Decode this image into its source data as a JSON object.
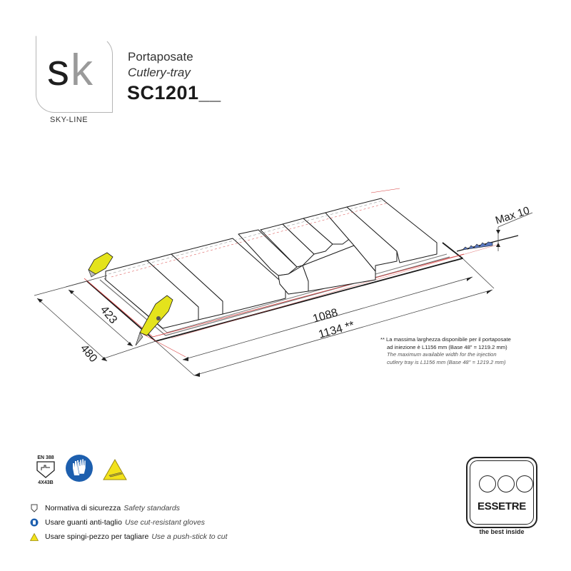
{
  "header": {
    "logo": {
      "letters_dark": "s",
      "letters_light": "k",
      "caption": "SKY-LINE"
    },
    "title_it": "Portaposate",
    "title_en": "Cutlery-tray",
    "product_code": "SC1201__"
  },
  "drawing": {
    "dimensions": {
      "depth_inner": "423",
      "depth_outer": "480",
      "width_inner": "1088",
      "width_outer": "1134 **",
      "max_thickness": "Max 10"
    },
    "colors": {
      "outline": "#1a1a1a",
      "cut_line": "#d63a3a",
      "knife_yellow": "#e4e31c",
      "saw_blue": "#5a78c0"
    }
  },
  "footnote": {
    "marker": "**",
    "line1_it": "La massima larghezza disponibile per il portaposate",
    "line2_it": "ad iniezione è L1156 mm (Base 48\" = 1219.2 mm)",
    "line1_en": "The maximum available width for the injection",
    "line2_en": "cutlery tray is L1156 mm (Base 48\" = 1219.2 mm)"
  },
  "safety_icons": {
    "standard": {
      "top": "EN 388",
      "bottom": "4X43B"
    }
  },
  "legend": [
    {
      "icon": "safety-standard-icon",
      "label_it": "Normativa di sicurezza",
      "label_en": "Safety standards"
    },
    {
      "icon": "gloves-icon",
      "label_it": "Usare guanti anti-taglio",
      "label_en": "Use cut-resistant gloves"
    },
    {
      "icon": "warning-icon",
      "label_it": "Usare spingi-pezzo per tagliare",
      "label_en": "Use a push-stick to cut"
    }
  ],
  "brand": {
    "name": "ESSETRE",
    "tagline": "the best inside"
  }
}
